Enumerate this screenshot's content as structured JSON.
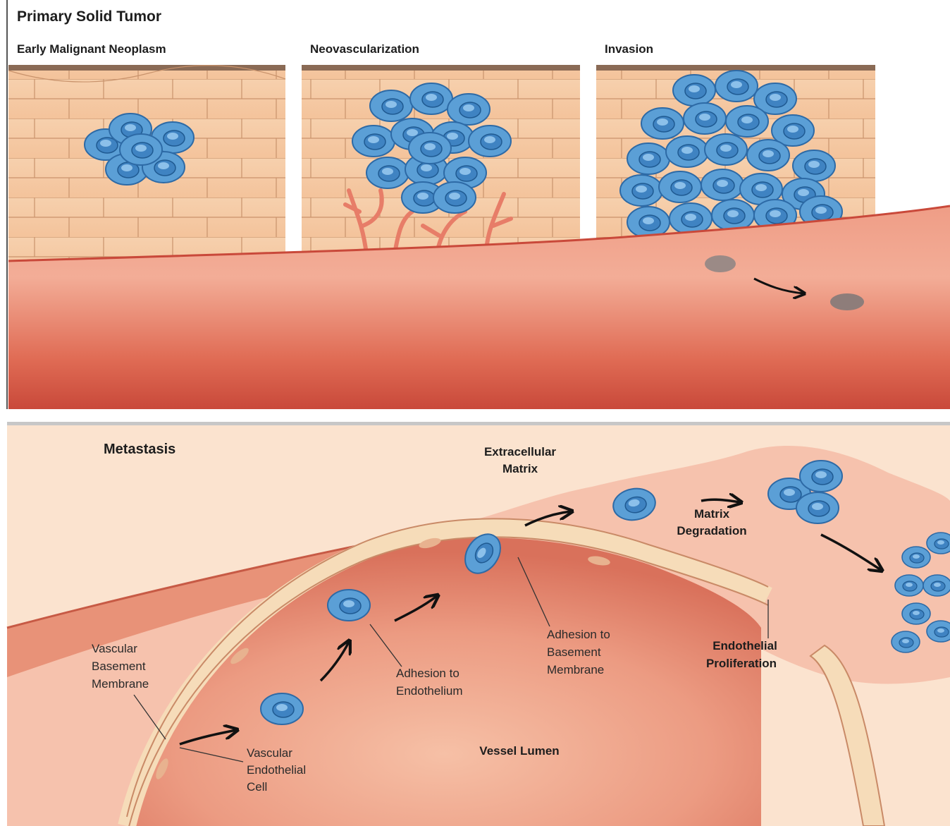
{
  "top": {
    "title": "Primary Solid Tumor",
    "panels": [
      "Early Malignant Neoplasm",
      "Neovascularization",
      "Invasion"
    ]
  },
  "bottom": {
    "title": "Metastasis",
    "labels": {
      "ecm_1": "Extracellular",
      "ecm_2": "Matrix",
      "matrix_deg_1": "Matrix",
      "matrix_deg_2": "Degradation",
      "endo_prolif_1": "Endothelial",
      "endo_prolif_2": "Proliferation",
      "vbm_1": "Vascular",
      "vbm_2": "Basement",
      "vbm_3": "Membrane",
      "adh_endo_1": "Adhesion to",
      "adh_endo_2": "Endothelium",
      "adh_bm_1": "Adhesion to",
      "adh_bm_2": "Basement",
      "adh_bm_3": "Membrane",
      "vec_1": "Vascular",
      "vec_2": "Endothelial",
      "vec_3": "Cell",
      "lumen": "Vessel Lumen"
    }
  },
  "colors": {
    "tissue": "#f7d1ad",
    "vessel": "#e2715b",
    "cell": "#5b9fd6",
    "background": "#fbe3cf"
  }
}
